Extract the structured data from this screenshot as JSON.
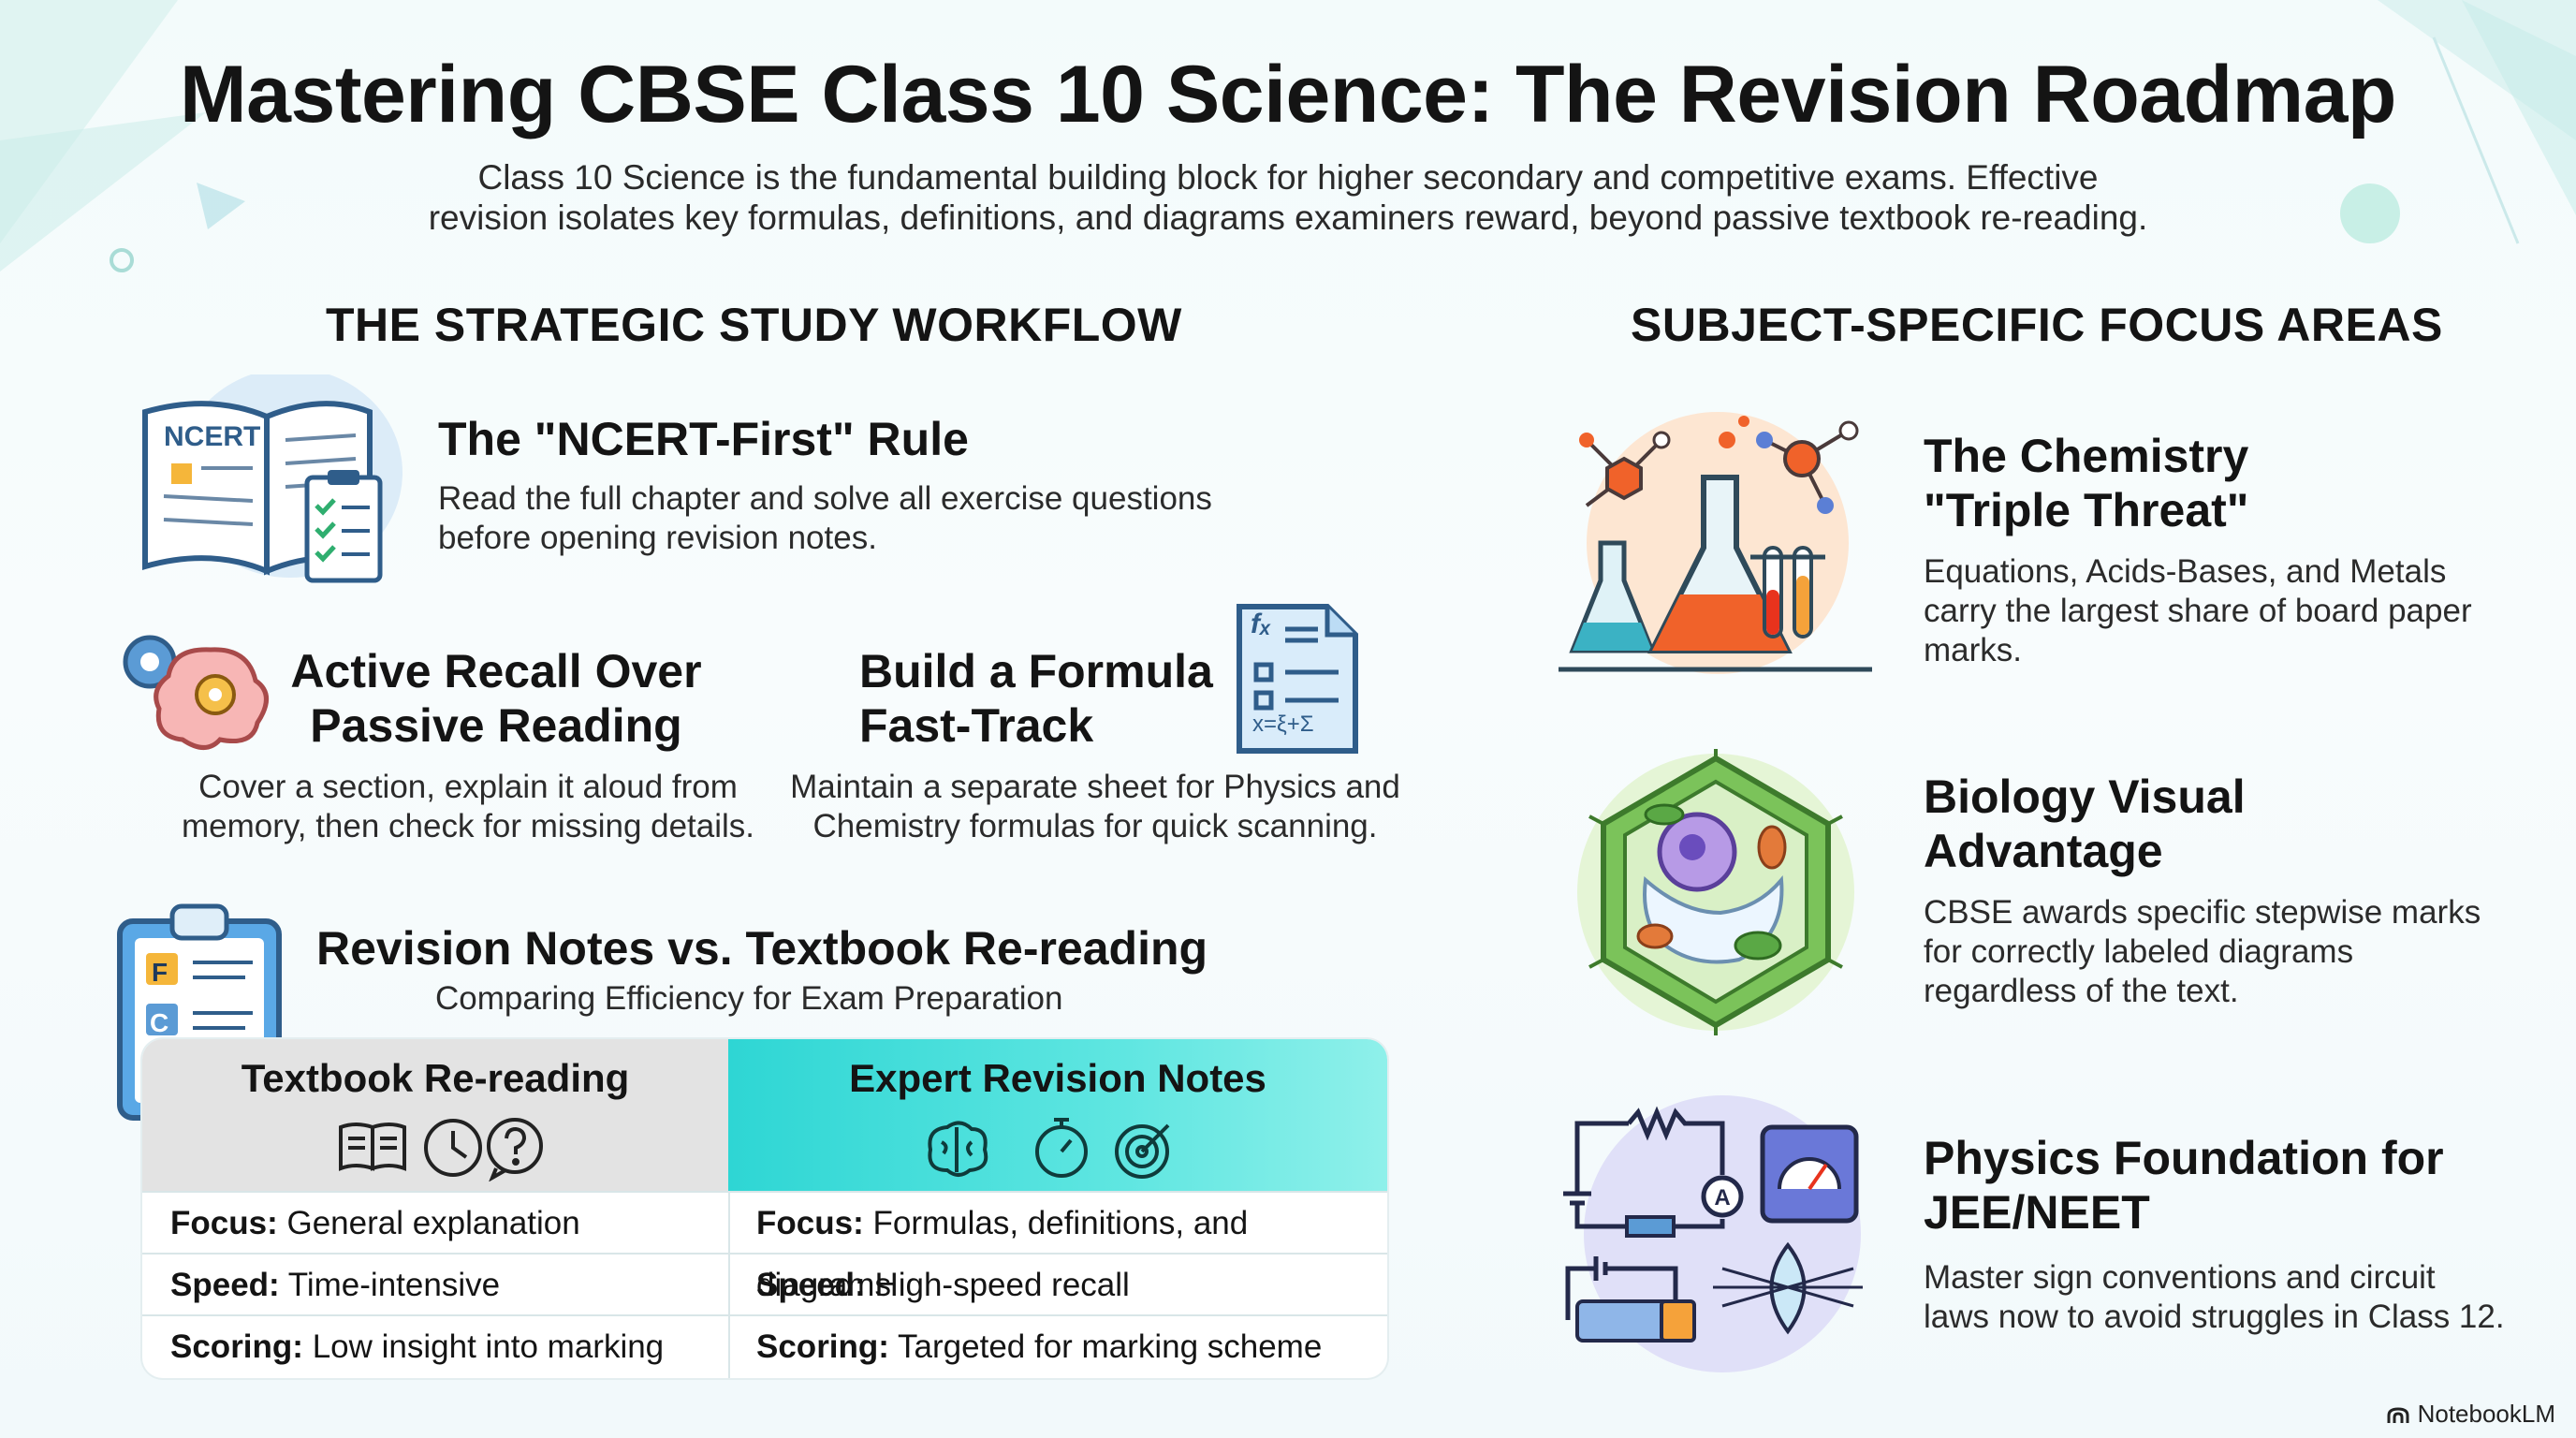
{
  "title": "Mastering CBSE Class 10 Science: The Revision Roadmap",
  "intro": {
    "line1": "Class 10 Science is the fundamental building block for higher secondary and competitive exams. Effective",
    "line2": "revision isolates key formulas, definitions, and diagrams examiners reward, beyond passive textbook re-reading."
  },
  "workflow": {
    "heading": "THE STRATEGIC STUDY WORKFLOW",
    "ncert": {
      "icon_label": "NCERT",
      "title": "The \"NCERT-First\" Rule",
      "line1": "Read the full chapter and solve all exercise questions",
      "line2": "before opening revision notes."
    },
    "recall": {
      "title1": "Active Recall Over",
      "title2": "Passive Reading",
      "line1": "Cover a section, explain it aloud from",
      "line2": "memory, then check for missing details."
    },
    "formula": {
      "title1": "Build a Formula",
      "title2": "Fast-Track",
      "line1": "Maintain a separate sheet for Physics and",
      "line2": "Chemistry formulas for quick scanning.",
      "icon_text1": "fₓ",
      "icon_text2": "x=ξ+Σ"
    },
    "compare": {
      "title": "Revision Notes vs. Textbook Re-reading",
      "subtitle": "Comparing Efficiency for Exam Preparation",
      "clipboard_letters": [
        "F",
        "C",
        "✓"
      ],
      "left_header": "Textbook Re-reading",
      "right_header": "Expert Revision Notes",
      "left_icons": [
        "open-book-icon",
        "clock-icon",
        "question-bubble-icon"
      ],
      "right_icons": [
        "brain-icon",
        "stopwatch-icon",
        "target-icon"
      ],
      "rows": [
        {
          "label": "Focus:",
          "left": "General explanation",
          "right": "Formulas, definitions, and diagrams"
        },
        {
          "label": "Speed:",
          "left": "Time-intensive",
          "right": "High-speed recall"
        },
        {
          "label": "Scoring:",
          "left": "Low insight into marking",
          "right": "Targeted for marking scheme rewards"
        }
      ]
    }
  },
  "subjects": {
    "heading": "SUBJECT-SPECIFIC FOCUS AREAS",
    "chemistry": {
      "title1": "The Chemistry",
      "title2": "\"Triple Threat\"",
      "line1": "Equations, Acids-Bases, and Metals",
      "line2": "carry the largest share of board paper",
      "line3": "marks."
    },
    "biology": {
      "title1": "Biology Visual",
      "title2": "Advantage",
      "line1": "CBSE awards specific stepwise marks",
      "line2": "for correctly labeled diagrams",
      "line3": "regardless of the text."
    },
    "physics": {
      "title1": "Physics Foundation for",
      "title2": "JEE/NEET",
      "line1": "Master sign conventions and circuit",
      "line2": "laws now to avoid struggles in Class 12."
    }
  },
  "brand": "NotebookLM",
  "colors": {
    "accent_teal": "#2ed6d4",
    "table_gray": "#e3e3e3",
    "icon_blue": "#4a90d9",
    "chem_orange": "#f0622a",
    "bio_green": "#5aa845",
    "phys_purple": "#b9b6ee"
  }
}
